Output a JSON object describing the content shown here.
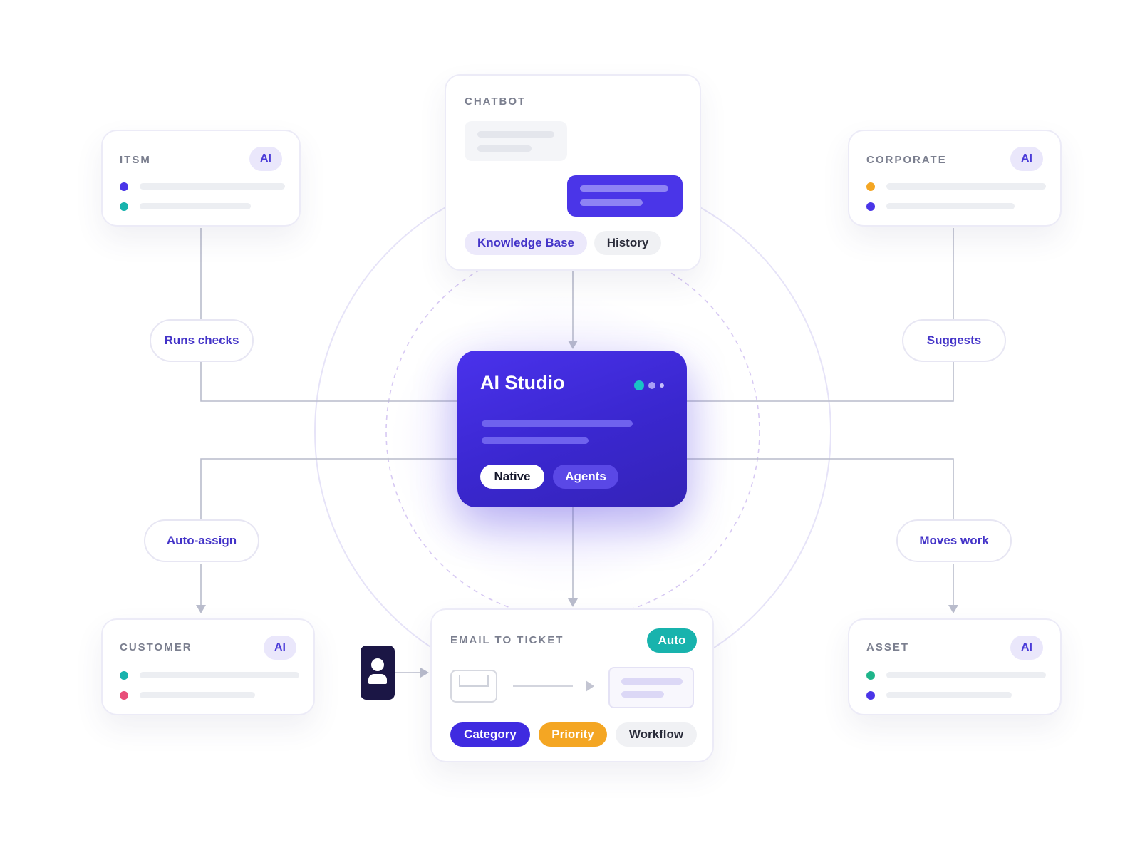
{
  "chatbot": {
    "title": "CHATBOT",
    "tags": [
      "Knowledge Base",
      "History"
    ]
  },
  "itsm": {
    "title": "ITSM",
    "badge": "AI"
  },
  "corporate": {
    "title": "CORPORATE",
    "badge": "AI"
  },
  "customer": {
    "title": "CUSTOMER",
    "badge": "AI"
  },
  "asset": {
    "title": "ASSET",
    "badge": "AI"
  },
  "connectors": {
    "itsm": "Runs checks",
    "corporate": "Suggests",
    "customer": "Auto-assign",
    "asset": "Moves work"
  },
  "studio": {
    "title": "AI Studio",
    "tags": [
      "Native",
      "Agents"
    ]
  },
  "email_ticket": {
    "title": "EMAIL TO TICKET",
    "badge": "Auto",
    "tags": [
      "Category",
      "Priority",
      "Workflow"
    ]
  },
  "colors": {
    "brand": "#3f2be0",
    "teal": "#18b3ad",
    "amber": "#f4a623",
    "pink": "#e84f7a",
    "green": "#1fb58a",
    "navy": "#1b1645"
  },
  "icons": [
    "user-icon",
    "arrow-right-icon",
    "arrow-down-icon"
  ]
}
